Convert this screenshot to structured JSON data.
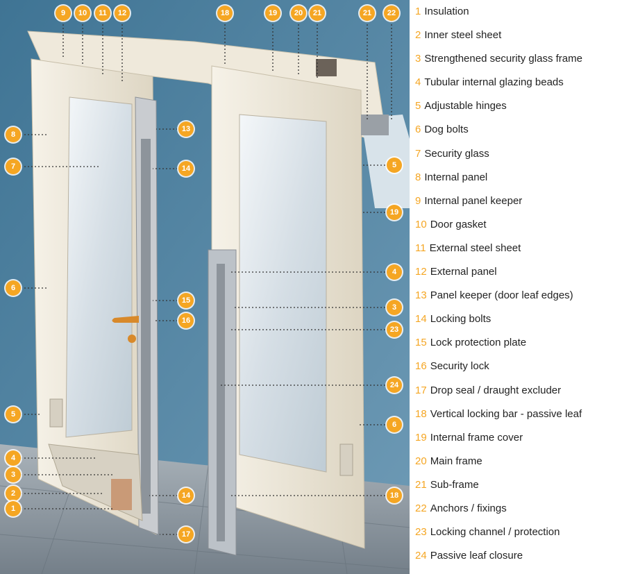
{
  "colors": {
    "badge": "#f5a623",
    "wall": "#5d8aa6",
    "frame": "#efe9db",
    "glass": "#d9e3ea",
    "floor": "#8e99a3"
  },
  "legend": [
    {
      "num": "1",
      "label": "Insulation"
    },
    {
      "num": "2",
      "label": "Inner steel sheet"
    },
    {
      "num": "3",
      "label": "Strengthened security glass frame"
    },
    {
      "num": "4",
      "label": "Tubular internal glazing beads"
    },
    {
      "num": "5",
      "label": "Adjustable hinges"
    },
    {
      "num": "6",
      "label": "Dog bolts"
    },
    {
      "num": "7",
      "label": "Security glass"
    },
    {
      "num": "8",
      "label": "Internal panel"
    },
    {
      "num": "9",
      "label": "Internal panel keeper"
    },
    {
      "num": "10",
      "label": "Door gasket"
    },
    {
      "num": "11",
      "label": "External steel sheet"
    },
    {
      "num": "12",
      "label": "External panel"
    },
    {
      "num": "13",
      "label": "Panel keeper (door leaf edges)"
    },
    {
      "num": "14",
      "label": "Locking bolts"
    },
    {
      "num": "15",
      "label": "Lock protection plate"
    },
    {
      "num": "16",
      "label": "Security lock"
    },
    {
      "num": "17",
      "label": "Drop seal / draught excluder"
    },
    {
      "num": "18",
      "label": "Vertical locking bar - passive leaf"
    },
    {
      "num": "19",
      "label": "Internal frame cover"
    },
    {
      "num": "20",
      "label": "Main frame"
    },
    {
      "num": "21",
      "label": "Sub-frame"
    },
    {
      "num": "22",
      "label": "Anchors / fixings"
    },
    {
      "num": "23",
      "label": "Locking channel / protection"
    },
    {
      "num": "24",
      "label": "Passive leaf closure"
    }
  ],
  "badges": [
    "9",
    "10",
    "11",
    "12",
    "18",
    "19",
    "20",
    "21",
    "21",
    "22",
    "8",
    "13",
    "7",
    "14",
    "5",
    "19",
    "4",
    "6",
    "15",
    "3",
    "16",
    "23",
    "24",
    "5",
    "6",
    "4",
    "3",
    "14",
    "2",
    "18",
    "1",
    "17"
  ]
}
